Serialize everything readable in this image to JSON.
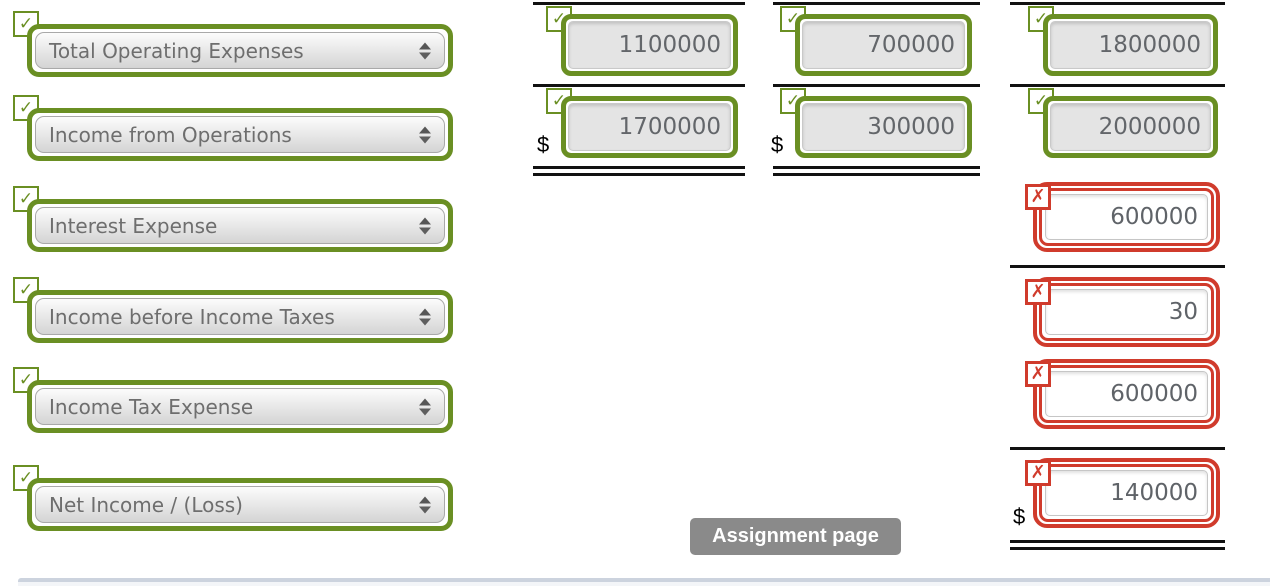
{
  "colors": {
    "correct": "#6a8f23",
    "incorrect": "#d03b2c",
    "rule": "#111111",
    "tooltip_bg": "#8a8a8a",
    "panel_edge": "#ccd3de"
  },
  "icons": {
    "check": "✓",
    "cross": "✗"
  },
  "dropdowns": [
    {
      "label": "Total Operating Expenses",
      "status": "correct"
    },
    {
      "label": "Income from Operations",
      "status": "correct"
    },
    {
      "label": "Interest Expense",
      "status": "correct"
    },
    {
      "label": "Income before Income Taxes",
      "status": "correct"
    },
    {
      "label": "Income Tax Expense",
      "status": "correct"
    },
    {
      "label": "Net Income / (Loss)",
      "status": "correct"
    }
  ],
  "amount_columns": [
    {
      "cells": [
        {
          "value": "1100000",
          "status": "correct"
        },
        {
          "value": "1700000",
          "status": "correct",
          "dollar_prefix": "$"
        }
      ]
    },
    {
      "cells": [
        {
          "value": "700000",
          "status": "correct"
        },
        {
          "value": "300000",
          "status": "correct",
          "dollar_prefix": "$"
        }
      ]
    },
    {
      "cells": [
        {
          "value": "1800000",
          "status": "correct"
        },
        {
          "value": "2000000",
          "status": "correct"
        },
        {
          "value": "600000",
          "status": "incorrect"
        },
        {
          "value": "30",
          "status": "incorrect"
        },
        {
          "value": "600000",
          "status": "incorrect"
        },
        {
          "value": "140000",
          "status": "incorrect",
          "dollar_prefix": "$"
        }
      ]
    }
  ],
  "tooltip": {
    "label": "Assignment page"
  }
}
